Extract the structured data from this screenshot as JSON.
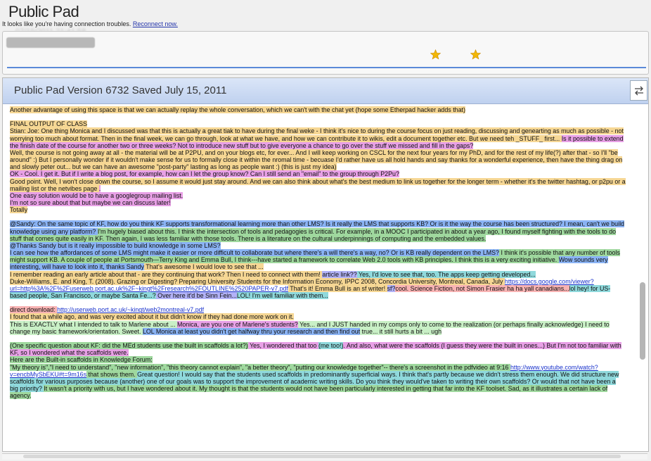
{
  "app": {
    "title": "Public Pad",
    "connection_message": "It looks like you're having connection troubles.",
    "reconnect_label": "Reconnect now.",
    "ghost_timestamp": "07/15/2011 21:41:58"
  },
  "header": {
    "title": "Public Pad Version 6732 Saved July 15, 2011"
  },
  "icons": {
    "star_color": "#f2b705",
    "swap": "swap-icon"
  },
  "paragraphs": [
    [
      [
        "c1",
        "Another advantage of using this space is that we can actually replay the whole conversation, which we can't with the chat yet (hope some Etherpad hacker adds that)"
      ]
    ],
    [
      [
        "c1",
        "FINAL OUTPUT OF CLASS"
      ],
      [
        "br",
        ""
      ],
      [
        "c1",
        "Stian: Joe: One thing Monica and I discussed was that this is actually a great tiak to have during the final weke - I think it's nice to during the course focus on just reading, discussing and genearting as much as possible - not worrying too much about format. Then in the final week, we can go through, look at what we have, and how we can contribute it to wikis, edit a document together etc. But we need teh _STUFF_ first... "
      ],
      [
        "c2",
        "Is it possible to extend the finish date of the course for another two or three weeks? Not to introduce new stuff but to give everyone a chance to go over the stuff we missed and fill in the gaps?"
      ],
      [
        "br",
        ""
      ],
      [
        "c1",
        "Well, the course is not going away at all - the material will be at P2PU, and on your blogs etc, for ever... And I will keep working on CSCL for the next four years for my PhD, and for the rest of my life(?) after that - so I'll \"be around\" :) But I personally wonder if it wouldn't make sense for us to formally close it within the nromal time - becuase I'd rather have us all hold hands and say thanks for a wonderful experience, then have the thing drag on and slowly peter out... but we can have an awesome \"post-party\" lasting as long as people want :) (this is just my idea)"
      ],
      [
        "br",
        ""
      ],
      [
        "c2",
        "OK - Cool. I get it. But if I write a blog post, for example, how can I let the group know? Can I still send an \"email\" to the group through P2Pu?"
      ],
      [
        "br",
        ""
      ],
      [
        "c1",
        "Good point. Well, I won't close down the course, so I assume it would just stay around. And we can also think about what's the best medium to link us together for the longer term - whether it's the twitter hashtag, or p2pu or a mailing list or the netvibes page "
      ],
      [
        "c2",
        "."
      ],
      [
        "br",
        ""
      ],
      [
        "c2",
        "One easy solution would be to have a googlegroup mailing list."
      ],
      [
        "br",
        ""
      ],
      [
        "c2",
        "I'm not so sure about that but maybe we can discuss later!"
      ],
      [
        "br",
        ""
      ],
      [
        "c1",
        "Totally"
      ]
    ],
    [
      [
        "c3",
        "@Sandy: On the same topic of KF, how do you think KF supports transformational learning more than other LMS? Is it really the LMS that supports KB? Or is it the way the course has been structured? I mean, can't we build knowledge using any platform? "
      ],
      [
        "c4",
        " I'm hugely biased about this. I think the intersection of tools and pedagogies is critical. For example, in a MOOC I participated in about a year ago, I found myself fighting with the tools to do stuff that comes quite easily in KF. Then again, I was less familiar with those tools. There is a literature on the cultural underpinnings of computing and the embedded values."
      ],
      [
        "br",
        ""
      ],
      [
        "c3",
        "@Thanks Sandy but is it really impossible to build knowledge in some LMS?"
      ],
      [
        "br",
        ""
      ],
      [
        "c3",
        "I can see how the affordances of some LMS might make it easier or more difficult to collaborate but where there's a will there's a way, no? Or is KB really dependent on the LMS?"
      ],
      [
        "c4",
        " I think it's possible that any number of tools might support KB. A couple of people at Portsmouth---Terry King and Emma Bull, I think---have started a framework to correlate Web 2.0 tools with KB principles. I think this is a very exciting initiative. "
      ],
      [
        "c3",
        "Wow sounds very interesting, will have to look into it, thanks Sandy"
      ],
      [
        "c1",
        " That's awesome I would love to see that ..."
      ],
      [
        "br",
        ""
      ],
      [
        "c1",
        "I remember reading an early article about that - are they continuing that work? Then I need to connect with them! "
      ],
      [
        "c7",
        "article link??"
      ],
      [
        "c6",
        " Yes, I'd love to see that, too. The apps keep getting developed..."
      ],
      [
        "br",
        ""
      ],
      [
        "c1",
        "Duke-Williams, E. and King, T. (2008). Grazing or Digesting? Preparing University Students for the Information Economy, IPPC 2008, Concordia University, Montreal, Canada, July "
      ],
      [
        "link",
        "https://docs.google.com/viewer?url=http%3A%2F%2Fuserweb.port.ac.uk%2F~kingt%2Fresearch%2FOUTLINE%2520PAPER-v7.pdf"
      ],
      [
        "c1",
        " That's it! Emma Bull is an sf writer! "
      ],
      [
        "c7",
        "sf?"
      ],
      [
        "c5",
        "cool. Science Fiction, not Simon Frasier ha ha yall canadians..."
      ],
      [
        "c6",
        "lol hey! for US-based people, San Francisco, or maybe Santa Fe...?"
      ],
      [
        "c7",
        "    Over here it'd be Sinn Fein..."
      ],
      [
        "c6",
        "LOL! I'm well familiar with them..."
      ]
    ],
    [
      [
        "c5",
        "direct download: "
      ],
      [
        "link",
        "http://userweb.port.ac.uk/~kingt/web2montreal-v7.pdf"
      ],
      [
        "br",
        ""
      ],
      [
        "c1",
        "I found that a while ago, and was very excited about it but didn't know if they had done more work on it."
      ],
      [
        "br",
        ""
      ],
      [
        "c8",
        "This is EXACTLY what I intended to talk to Marlene about ... "
      ],
      [
        "c2",
        " Monica, are you one of Marlene's students?"
      ],
      [
        "c8",
        " Yes... and I JUST handed in my comps only to come to the realization (or perhaps finally acknowledge) I need to change my basic framework/orientation. Sweet. "
      ],
      [
        "c3",
        "LOL Monica at least you didn't get halfway thru your research and then find out"
      ],
      [
        "c8",
        " true... it still hurts a bit ... ugh"
      ]
    ],
    [
      [
        "c4",
        "(One specific question about KF: did the MEd students use the built in scaffolds a lot?)"
      ],
      [
        "c2",
        " Yes, I wondered that too "
      ],
      [
        "c6",
        "(me too!)"
      ],
      [
        "c2",
        ". And also, what were the scaffolds (I guess they were the built in ones...) But I'm not too familiar with KF, so I wondered what the scaffolds were."
      ],
      [
        "br",
        ""
      ],
      [
        "c4",
        "Here are the Built-in scaffolds in Knowledge Forum:"
      ],
      [
        "br",
        ""
      ],
      [
        "c4",
        "\"My theory is\",\"I need to understand\", \"new information\", \"this theory cannot explain\", \"a better theory\", \"putting our knowledge together\"-- there's a screenshot in the pdfvideo at 9:16 "
      ],
      [
        "link",
        "http://www.youtube.com/watch?v=encbMySbEKU#t=9m16s"
      ],
      [
        "c4",
        " that shows them. "
      ],
      [
        "c6",
        "Great question! I would say that the students used scaffolds in predominantly superficial ways. I think that's partly because we didn't stress them enough. We did structure new scaffolds for various purposes because (another) one of our goals was to support the improvement of academic writing skills. Do you think they would've taken to writing their own scaffolds? Or would that not have been a big priority? "
      ],
      [
        "c4",
        "It wasn't a priority with us, but I have wondered about it. My thought is that the students would not have been particularly interested in getting that far into the KF toolset. Sad, as it illustrates a certain lack of agency."
      ]
    ]
  ]
}
